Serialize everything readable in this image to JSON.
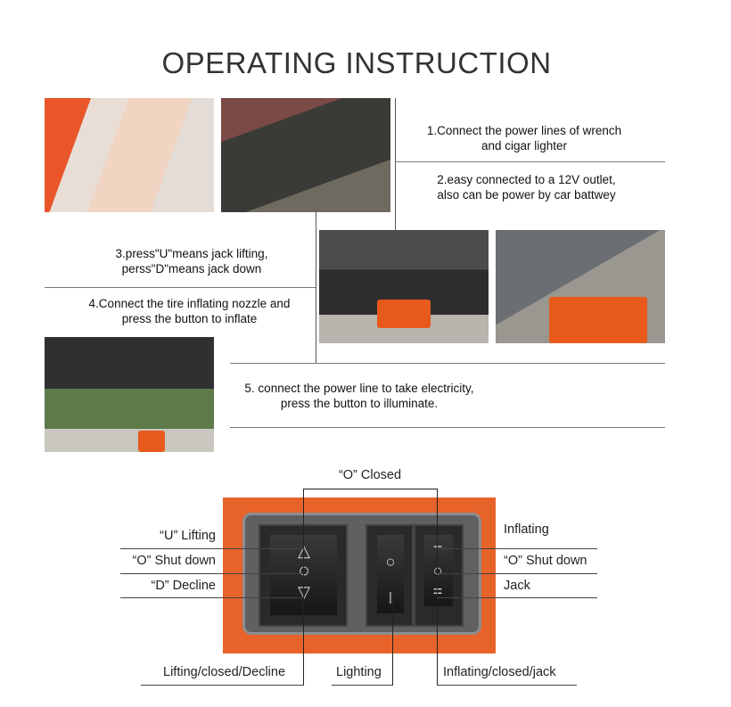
{
  "title": "OPERATING INSTRUCTION",
  "steps": [
    {
      "line1": "1.Connect the power lines of wrench",
      "line2": "and cigar lighter"
    },
    {
      "line1": "2.easy connected to a 12V outlet,",
      "line2": "also can be power by car battwey"
    },
    {
      "line1": "3.press\"U\"means jack lifting,",
      "line2": "perss\"D\"means jack down"
    },
    {
      "line1": "4.Connect the tire inflating nozzle and",
      "line2": "press the button to inflate"
    },
    {
      "line1": "5. connect the power line to take electricity,",
      "line2": "press the button to illuminate."
    }
  ],
  "switch_diagram": {
    "top_label": "“O” Closed",
    "left_labels": [
      "“U” Lifting",
      "“O” Shut down",
      "“D” Decline"
    ],
    "right_labels": [
      "Inflating",
      "“O” Shut down",
      "Jack"
    ],
    "bottom_labels": [
      "Lifting/closed/Decline",
      "Lighting",
      "Inflating/closed/jack"
    ],
    "symbols": {
      "up": "△",
      "off": "○",
      "down": "▽",
      "light_off": "○",
      "light_on": "|",
      "inflate": "−",
      "jack": "="
    }
  },
  "colors": {
    "accent": "#e8632a"
  }
}
